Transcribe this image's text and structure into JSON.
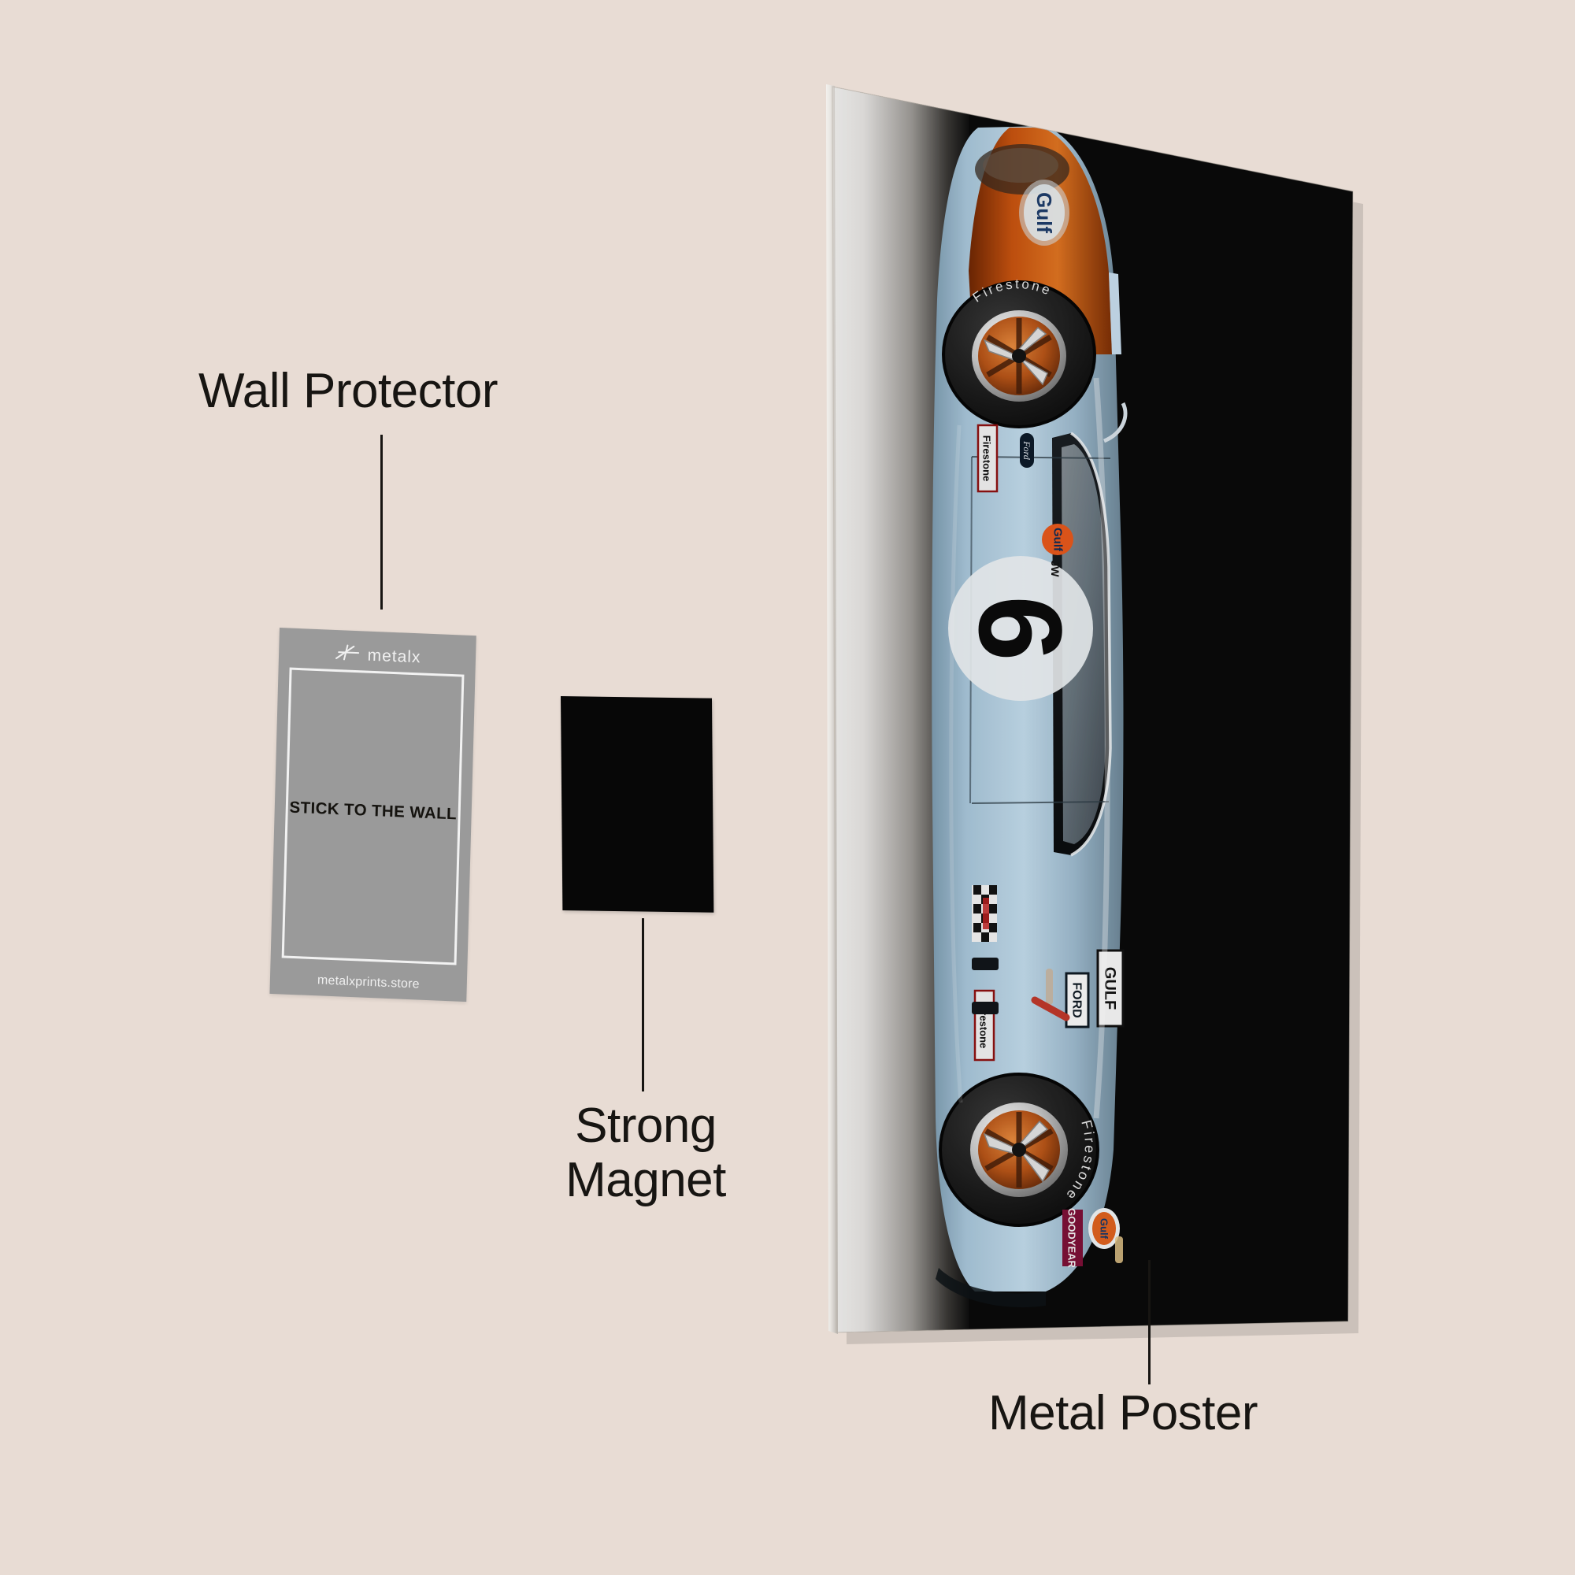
{
  "page": {
    "background_color": "#E8DCD4",
    "type": "product-feature-infographic"
  },
  "annotations": [
    {
      "id": "wall-protector",
      "label": "Wall Protector",
      "text_color": "#171512"
    },
    {
      "id": "strong-magnet",
      "label": "Strong\nMagnet",
      "text_color": "#171512"
    },
    {
      "id": "metal-poster",
      "label": "Metal Poster",
      "text_color": "#171512"
    }
  ],
  "wall_protector_card": {
    "brand_logo_text": "metalx",
    "headline": "STICK TO THE WALL",
    "url": "metalxprints.store",
    "card_color": "#9A9A9A",
    "border_color": "#F2F2F2",
    "headline_color": "#15130F",
    "logo_color": "#F0F0F0"
  },
  "magnet": {
    "color": "#070707",
    "shape": "square"
  },
  "metal_poster": {
    "subject": "Gulf-liveried Ford GT40 race car, side profile",
    "background_color": "#0A0A0A",
    "race_number": "6",
    "body_color": "#A8C6DB",
    "stripe_color": "#D35A10",
    "decals": [
      "Gulf",
      "Firestone",
      "Ford",
      "Gulf",
      "Firestone",
      "Goodyear",
      "Gulf"
    ],
    "edge_color": "#E6E4E1",
    "wheel_color": "#C25A1E"
  }
}
